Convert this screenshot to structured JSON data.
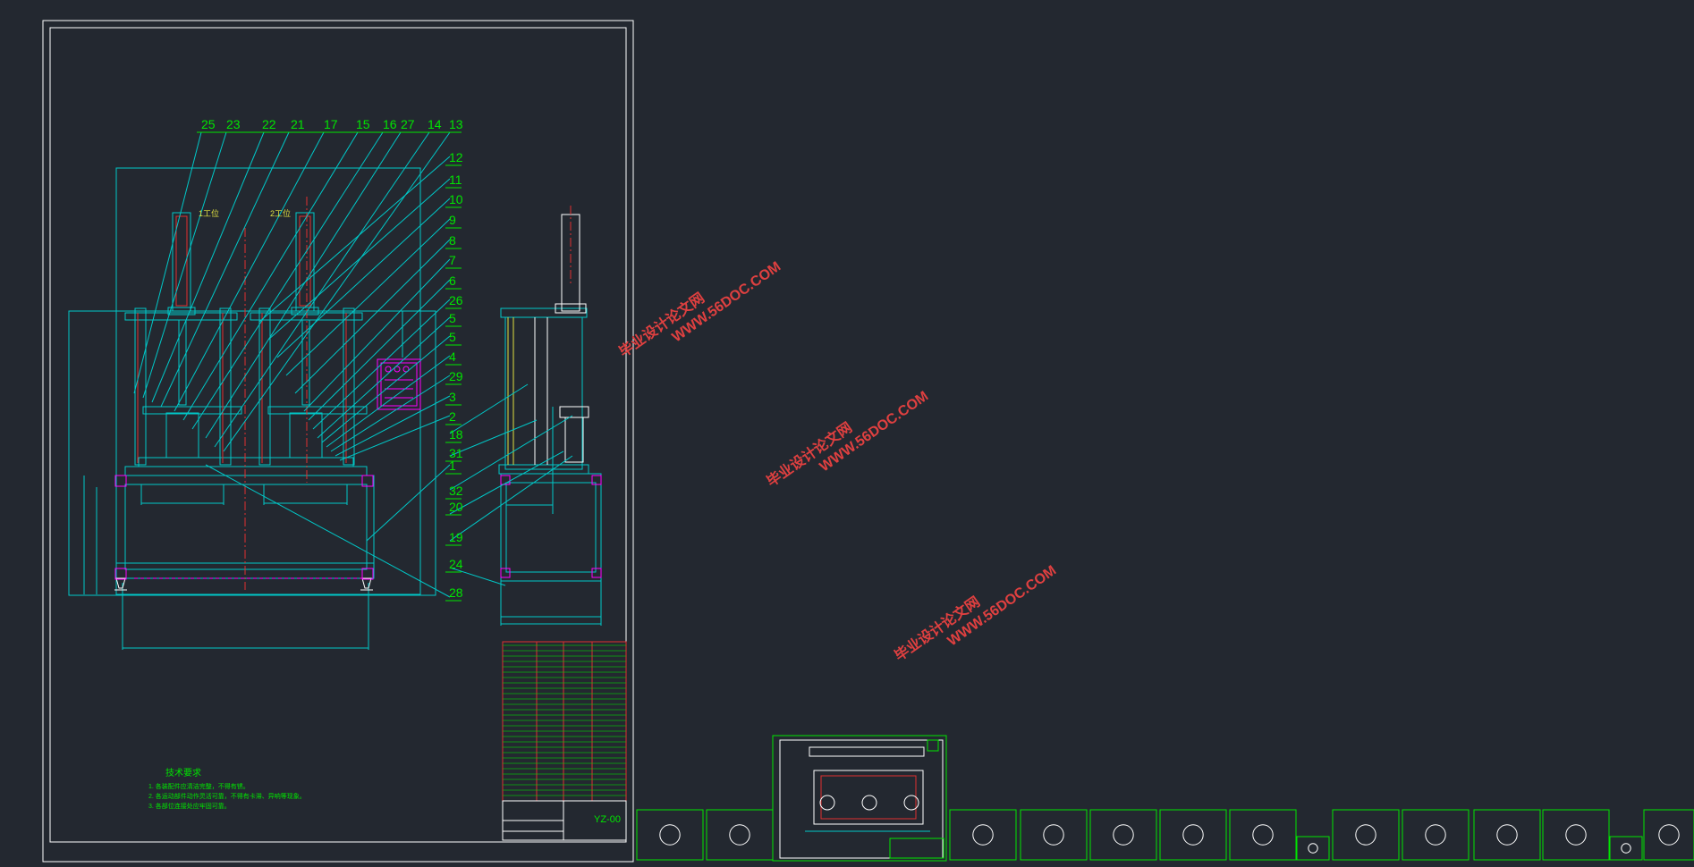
{
  "drawing_number": "YZ-00",
  "balloon_labels": [
    "25",
    "23",
    "22",
    "21",
    "17",
    "15",
    "16",
    "27",
    "14",
    "13",
    "12",
    "11",
    "10",
    "9",
    "8",
    "7",
    "6",
    "26",
    "5",
    "5",
    "4",
    "29",
    "3",
    "2",
    "18",
    "31",
    "1",
    "32",
    "20",
    "19",
    "24",
    "28"
  ],
  "station_labels": [
    "1工位",
    "2工位"
  ],
  "tech_req": {
    "title": "技术要求",
    "items": [
      "1. 各装配件应清洁完整，不得有锈。",
      "2. 各运动部件动作灵活可靠，不得有卡滞、异响等现象。",
      "3. 各部位连接处应牢固可靠。"
    ]
  },
  "watermark": {
    "cn": "毕业设计论文网",
    "url": "WWW.56DOC.COM"
  },
  "colors": {
    "background": "#232830",
    "frame": "#ffffff",
    "leader": "#00e600",
    "outline": "#00c8c8",
    "component": "#ff00ff",
    "centerline": "#e03030",
    "watermark": "#e04040"
  }
}
